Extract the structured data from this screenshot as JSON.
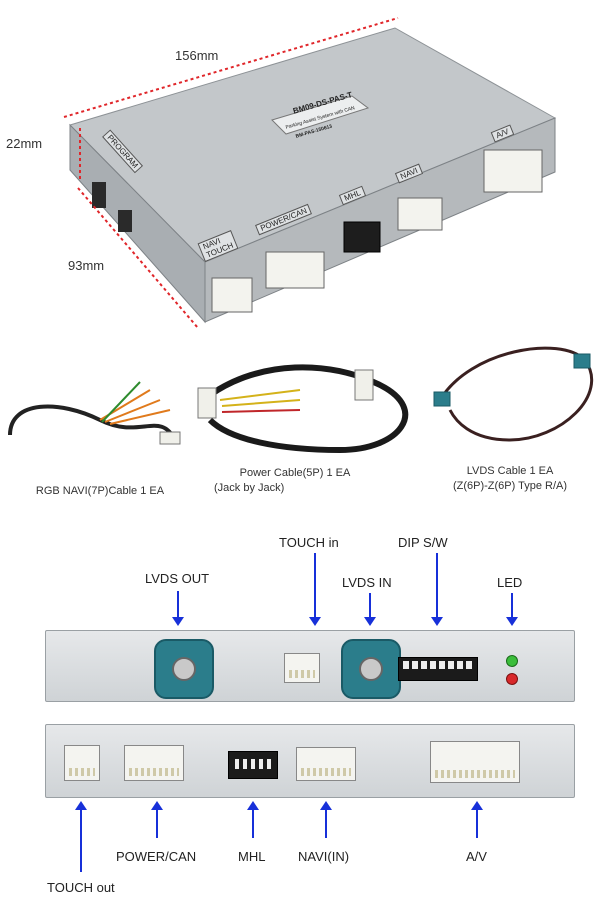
{
  "dimensions": {
    "length": "156mm",
    "height": "22mm",
    "width": "93mm"
  },
  "device": {
    "model": "BM09-DS-PAS-T",
    "subtitle": "Parking Assist System with CAN",
    "serial": "BM-PAS-150613",
    "ports": {
      "navi_touch": "NAVI\nTOUCH",
      "power_can": "POWER/CAN",
      "mhl": "MHL",
      "navi": "NAVI",
      "av": "A/V",
      "program": "PROGRAM"
    }
  },
  "cables": [
    {
      "caption": "RGB NAVI(7P)Cable  1 EA"
    },
    {
      "caption": "Power Cable(5P)  1 EA",
      "sub": "(Jack by Jack)"
    },
    {
      "caption": "LVDS Cable  1 EA",
      "sub": "(Z(6P)-Z(6P) Type R/A)"
    }
  ],
  "front_labels": {
    "touch_in": "TOUCH in",
    "dip_sw": "DIP S/W",
    "lvds_out": "LVDS OUT",
    "lvds_in": "LVDS IN",
    "led": "LED"
  },
  "rear_labels": {
    "touch_out": "TOUCH out",
    "power_can": "POWER/CAN",
    "mhl": "MHL",
    "navi_in": "NAVI(IN)",
    "av": "A/V"
  },
  "colors": {
    "arrow": "#1730d9",
    "dim_line": "#e0262a",
    "lvds": "#2b7d8b"
  }
}
